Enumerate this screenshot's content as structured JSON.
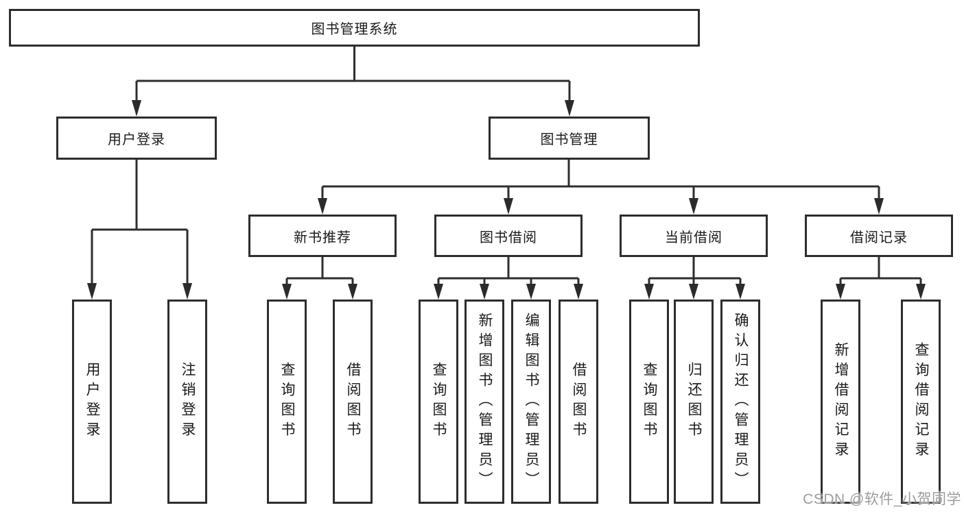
{
  "nodes": {
    "root": "图书管理系统",
    "level2": [
      "用户登录",
      "图书管理"
    ],
    "level3": [
      "新书推荐",
      "图书借阅",
      "当前借阅",
      "借阅记录"
    ],
    "login_children": [
      "用户登录",
      "注销登录"
    ],
    "newbook_children": [
      "查询图书",
      "借阅图书"
    ],
    "borrow_children": [
      "查询图书",
      "新增图书（管理员）",
      "编辑图书（管理员）",
      "借阅图书"
    ],
    "current_children": [
      "查询图书",
      "归还图书",
      "确认归还（管理员）"
    ],
    "record_children": [
      "新增借阅记录",
      "查询借阅记录"
    ]
  },
  "watermark": "CSDN @软件_小贺同学",
  "colors": {
    "line": "#2e2e2e",
    "text": "#1a1a1a",
    "watermark": "#9c9c9c",
    "background": "#ffffff"
  }
}
